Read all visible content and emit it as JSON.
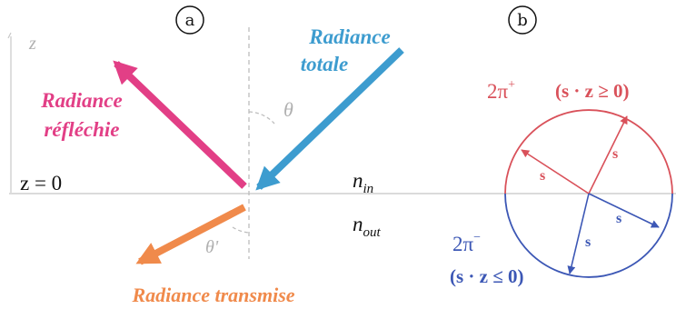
{
  "labels": {
    "panel_a": "a",
    "panel_b": "b",
    "z_axis": "z",
    "z_zero": "z = 0",
    "theta": "θ",
    "theta_prime": "θ'",
    "n_in_base": "n",
    "n_in_sub": "in",
    "n_out_base": "n",
    "n_out_sub": "out",
    "radiance_totale_1": "Radiance",
    "radiance_totale_2": "totale",
    "radiance_reflechie_1": "Radiance",
    "radiance_reflechie_2": "réfléchie",
    "radiance_transmise": "Radiance transmise",
    "upper_hemisphere": "2π",
    "upper_sup": "+",
    "upper_condition": "(s · z ≥ 0)",
    "lower_hemisphere": "2π",
    "lower_sup": "−",
    "lower_condition": "(s · z ≤ 0)",
    "vector_s": "s"
  },
  "colors": {
    "incident": "#3d9ccf",
    "reflected": "#e23f86",
    "transmitted": "#f08a4b",
    "upper": "#d9515a",
    "lower": "#3c57b5",
    "interface": "#c8c8c8",
    "guide": "#b4b4b4",
    "text": "#111111"
  }
}
